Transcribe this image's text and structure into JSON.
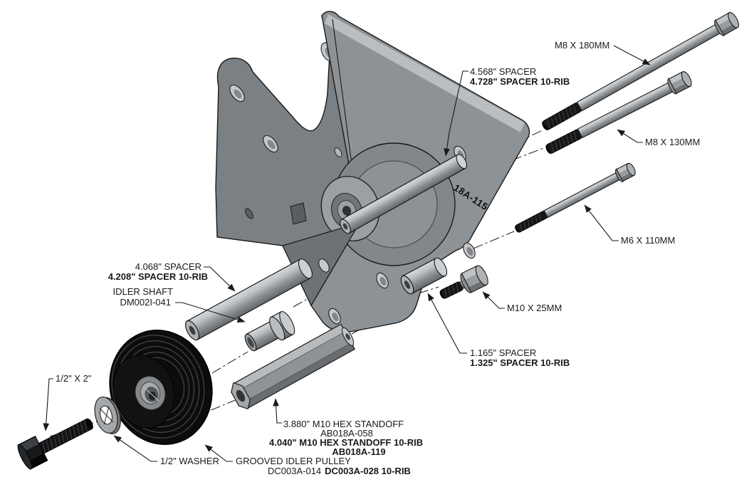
{
  "diagram": {
    "part_marking": "18A-115",
    "labels": {
      "m8x180": "M8 X 180MM",
      "m8x130": "M8 X 130MM",
      "m6x110": "M6 X 110MM",
      "m10x25": "M10 X 25MM",
      "spacer_4568_l1": "4.568\" SPACER",
      "spacer_4568_l2": "4.728\" SPACER 10-RIB",
      "spacer_4068_l1": "4.068\" SPACER",
      "spacer_4068_l2": "4.208\" SPACER 10-RIB",
      "idler_shaft_l1": "IDLER SHAFT",
      "idler_shaft_l2": "DM002I-041",
      "spacer_1165_l1": "1.165\" SPACER",
      "spacer_1165_l2": "1.325\" SPACER 10-RIB",
      "standoff_l1": "3.880\" M10 HEX STANDOFF",
      "standoff_l2": "AB018A-058",
      "standoff_l3": "4.040\" M10 HEX STANDOFF 10-RIB",
      "standoff_l4": "AB018A-119",
      "washer": "1/2\" WASHER",
      "bolt_half_inch": "1/2\" X 2\"",
      "pulley_l1": "GROOVED IDLER PULLEY",
      "pulley_l2a": "DC003A-014",
      "pulley_l2b": "DC003A-028 10-RIB"
    },
    "colors": {
      "background": "#ffffff",
      "outline": "#1a1a1a",
      "bracket_face": "#8d9296",
      "bracket_back": "#7b8084",
      "bracket_side": "#6d7276",
      "bevel_highlight": "#c2c6c9",
      "metal_light": "#d2d5d7",
      "metal_dark": "#63676b",
      "threads": "#161616",
      "pulley_black": "#0d0d0d"
    }
  }
}
